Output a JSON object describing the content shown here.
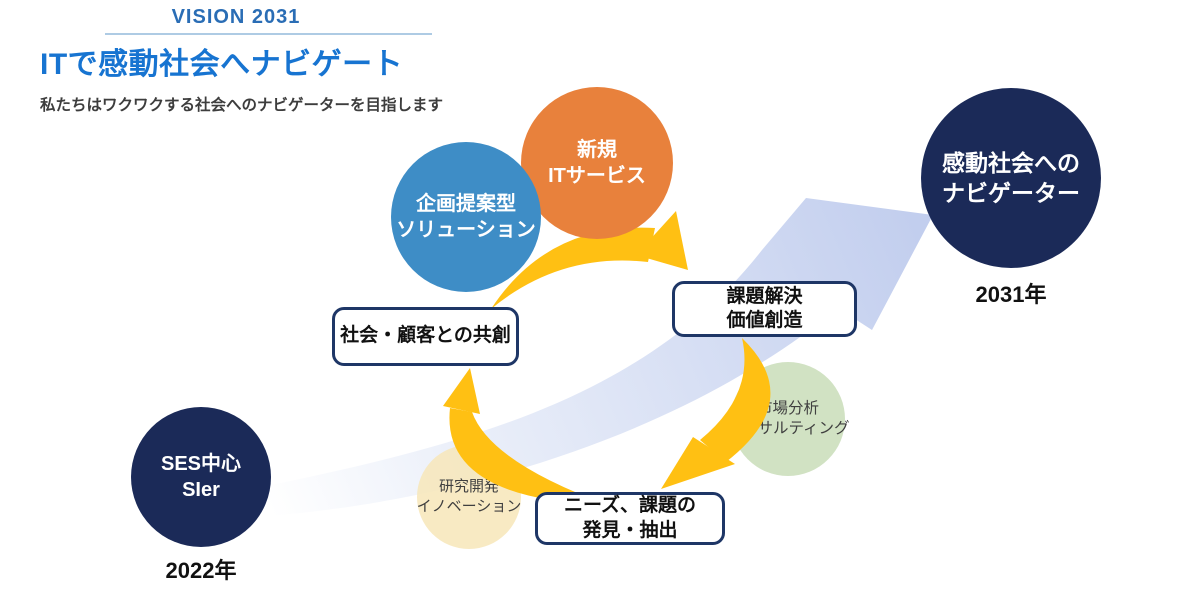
{
  "header": {
    "eyebrow": "VISION 2031",
    "title": "ITで感動社会へナビゲート",
    "subtitle": "私たちはワクワクする社会へのナビゲーターを目指します"
  },
  "start": {
    "line1": "SES中心",
    "line2": "SIer",
    "year": "2022年"
  },
  "goal": {
    "line1": "感動社会への",
    "line2": "ナビゲーター",
    "year": "2031年"
  },
  "bubbles": {
    "planning": {
      "line1": "企画提案型",
      "line2": "ソリューション"
    },
    "new_it_service": {
      "line1": "新規",
      "line2": "ITサービス"
    },
    "market": {
      "line1": "市場分析",
      "line2": "コンサルティング"
    },
    "rnd": {
      "line1": "研究開発",
      "line2": "イノベーション"
    }
  },
  "process": {
    "co_creation": {
      "line1": "社会・顧客との共創"
    },
    "problem_solving": {
      "line1": "課題解決",
      "line2": "価値創造"
    },
    "needs": {
      "line1": "ニーズ、課題の",
      "line2": "発見・抽出"
    }
  },
  "colors": {
    "title_blue": "#1774d1",
    "eyebrow_blue": "#2a6db5",
    "rule_blue": "#aecbe4",
    "navy": "#1b2a58",
    "sky_blue": "#3e8dc6",
    "orange": "#e8813c",
    "cycle_yellow": "#ffc013",
    "market_green": "#ccdfbc",
    "rnd_cream": "#f7e6b8",
    "growth_arrow_periwinkle": "#c2ceee",
    "box_border_navy": "#1e3666"
  }
}
